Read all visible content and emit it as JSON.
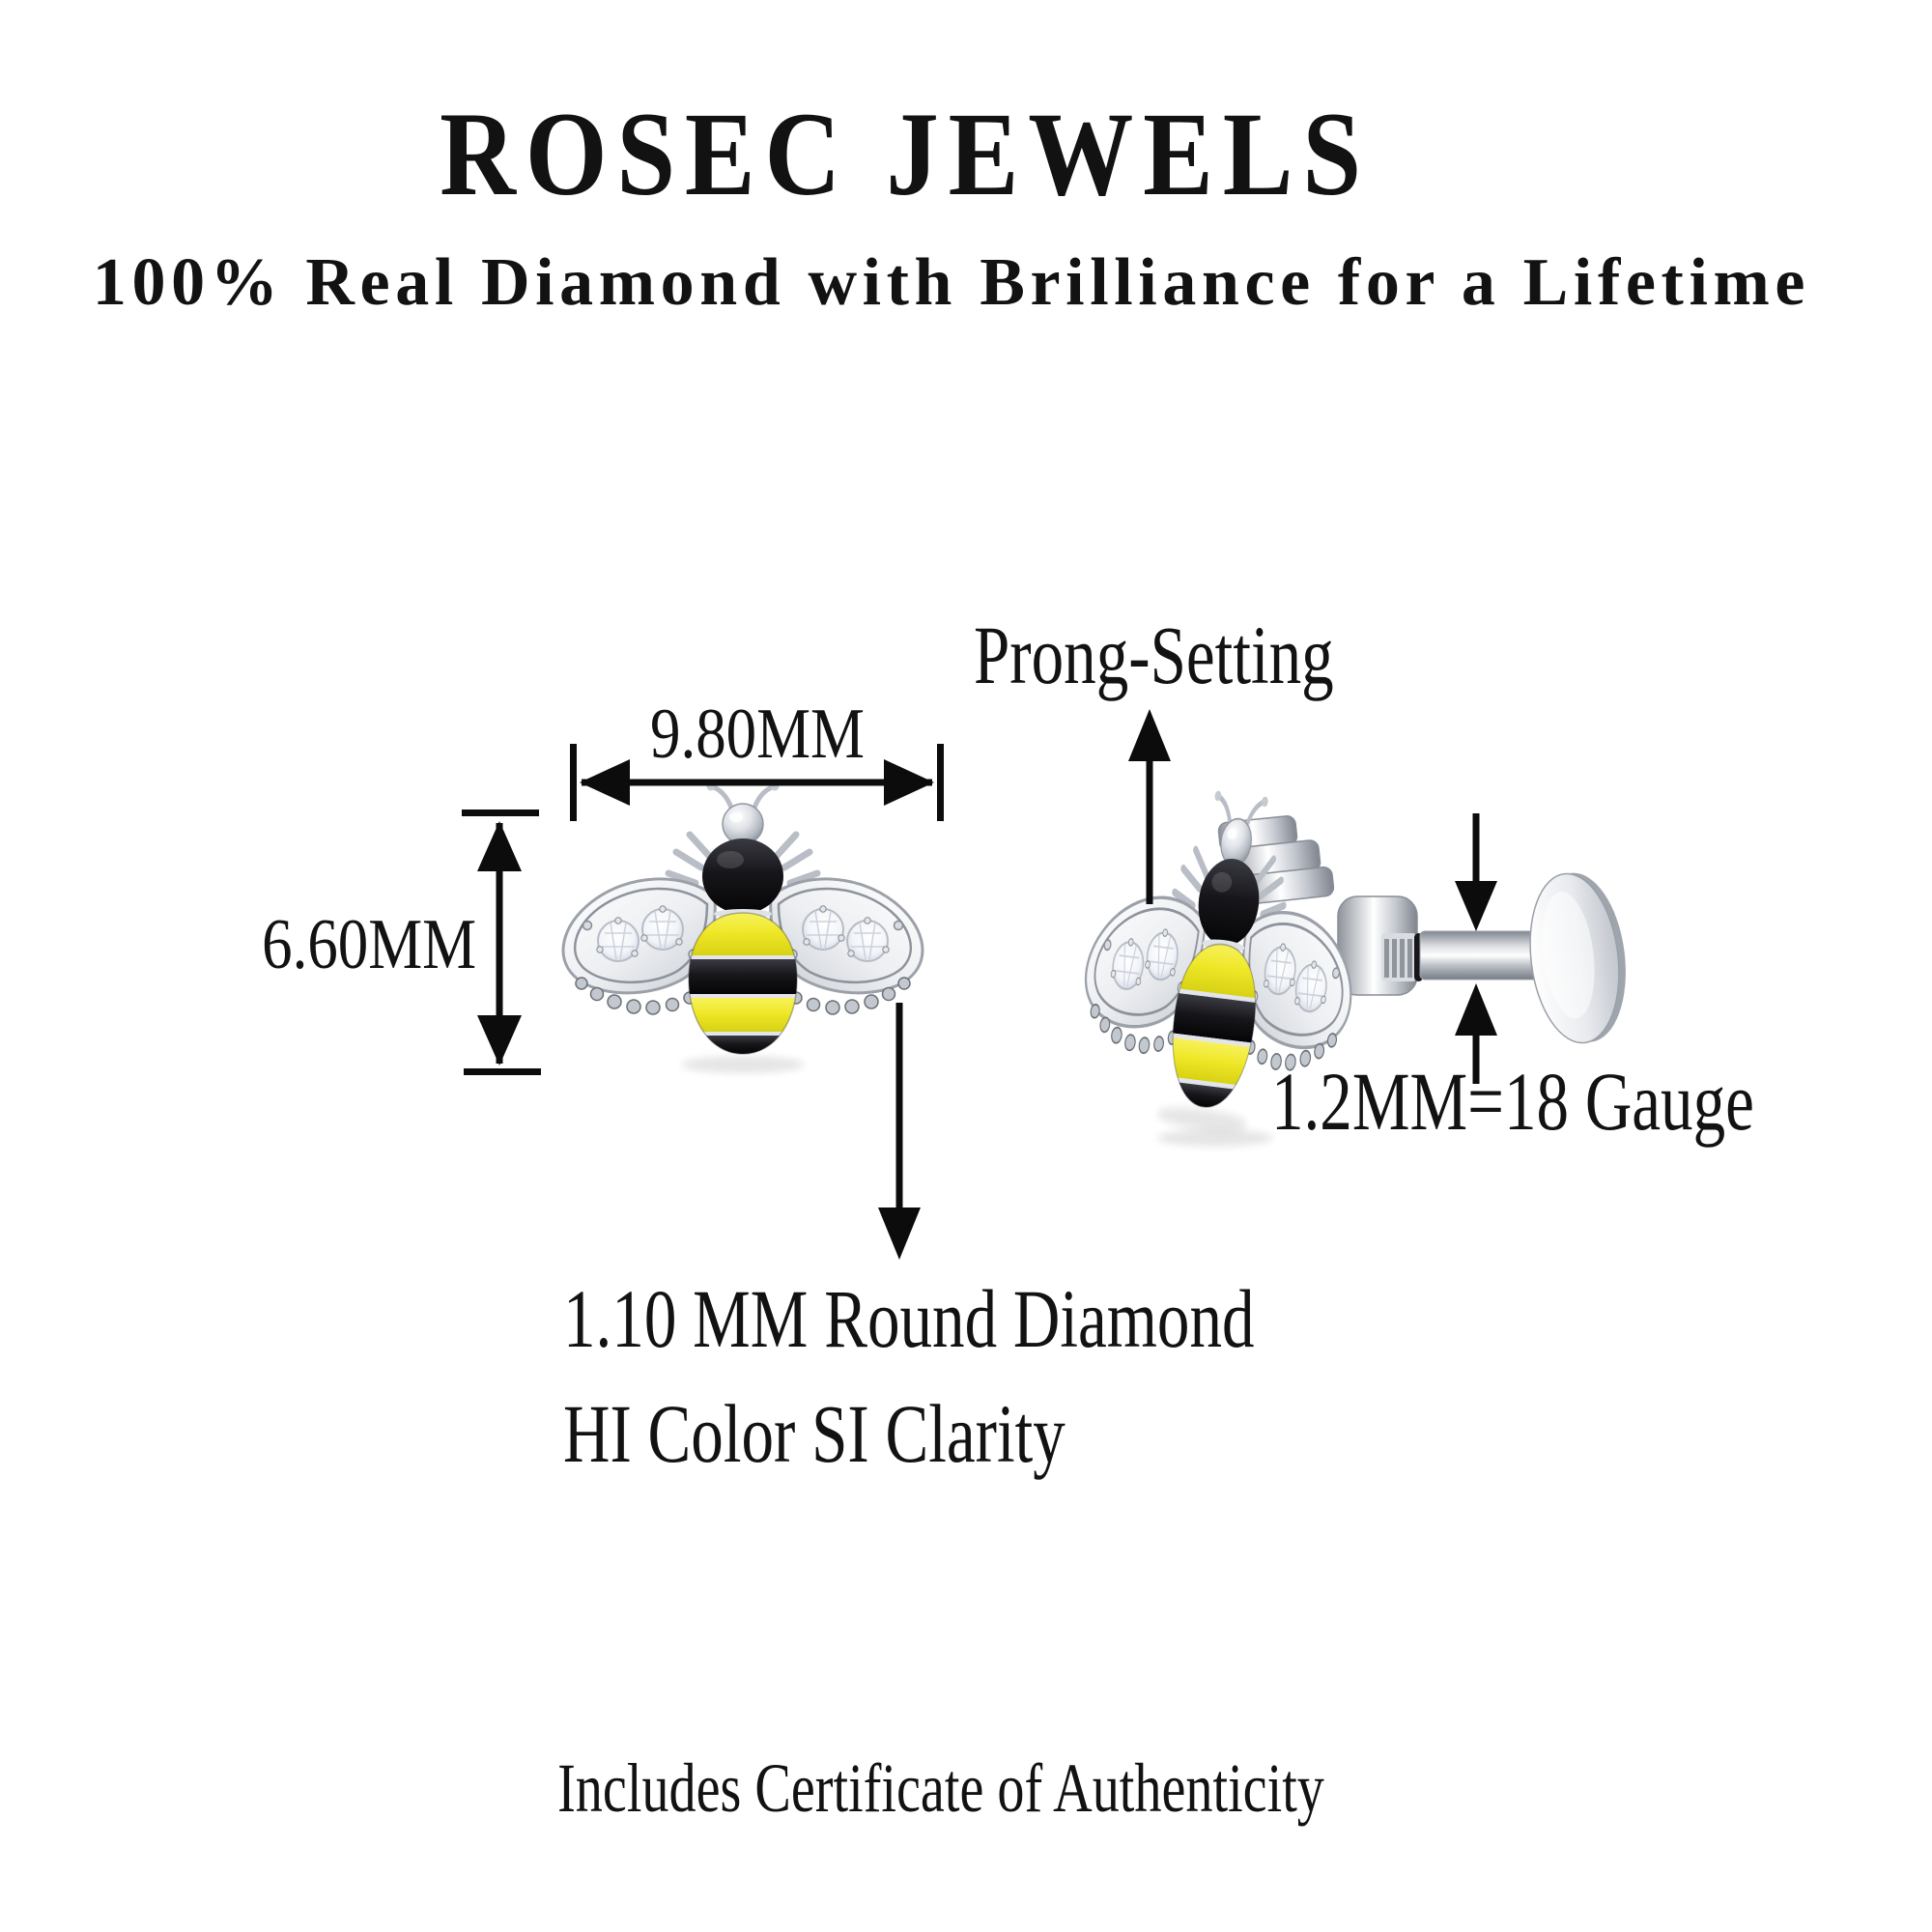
{
  "header": {
    "brand": "ROSEC JEWELS",
    "tagline": "100% Real Diamond with Brilliance for a Lifetime"
  },
  "annotations": {
    "prong": "Prong-Setting",
    "width_mm": "9.80MM",
    "height_mm": "6.60MM",
    "gauge": "1.2MM=18 Gauge",
    "diamond_line1": "1.10 MM Round Diamond",
    "diamond_line2": "HI Color SI Clarity"
  },
  "footer": {
    "note": "Includes Certificate of Authenticity"
  },
  "product": {
    "subject": "bee shaped diamond earring with labret screw back",
    "views": [
      "front view",
      "side view with post and disc back"
    ]
  },
  "colors": {
    "background": "#ffffff",
    "text": "#121212",
    "bee_yellow": "#efe829",
    "bee_black": "#17171b",
    "silver": "#c6cad1"
  }
}
